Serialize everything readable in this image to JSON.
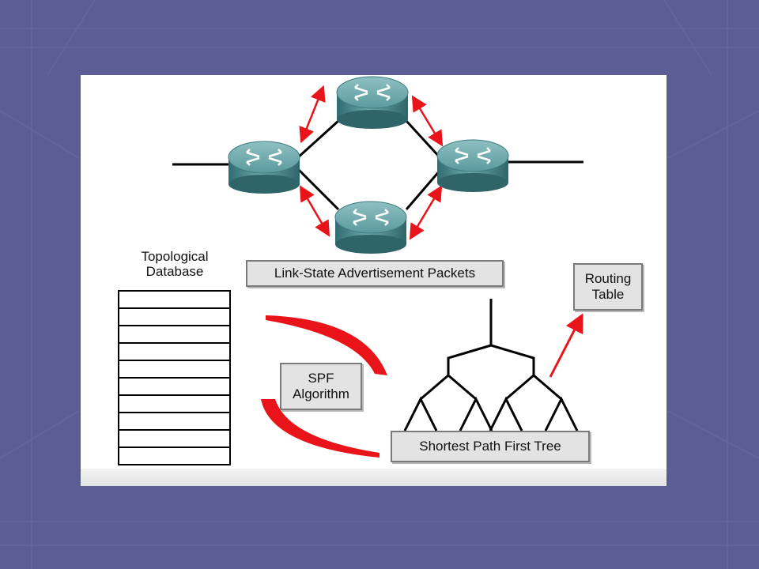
{
  "diagram": {
    "topological_database_label_line1": "Topological",
    "topological_database_label_line2": "Database",
    "lsa_packets_label": "Link-State Advertisement Packets",
    "spf_algorithm_line1": "SPF",
    "spf_algorithm_line2": "Algorithm",
    "routing_table_line1": "Routing",
    "routing_table_line2": "Table",
    "spf_tree_label": "Shortest Path First Tree",
    "database_rows": 10
  },
  "colors": {
    "slide_background": "#5d5d96",
    "router_body": "#4e8c90",
    "arrow_red": "#e8141a",
    "label_box_fill": "#e3e3e3"
  }
}
